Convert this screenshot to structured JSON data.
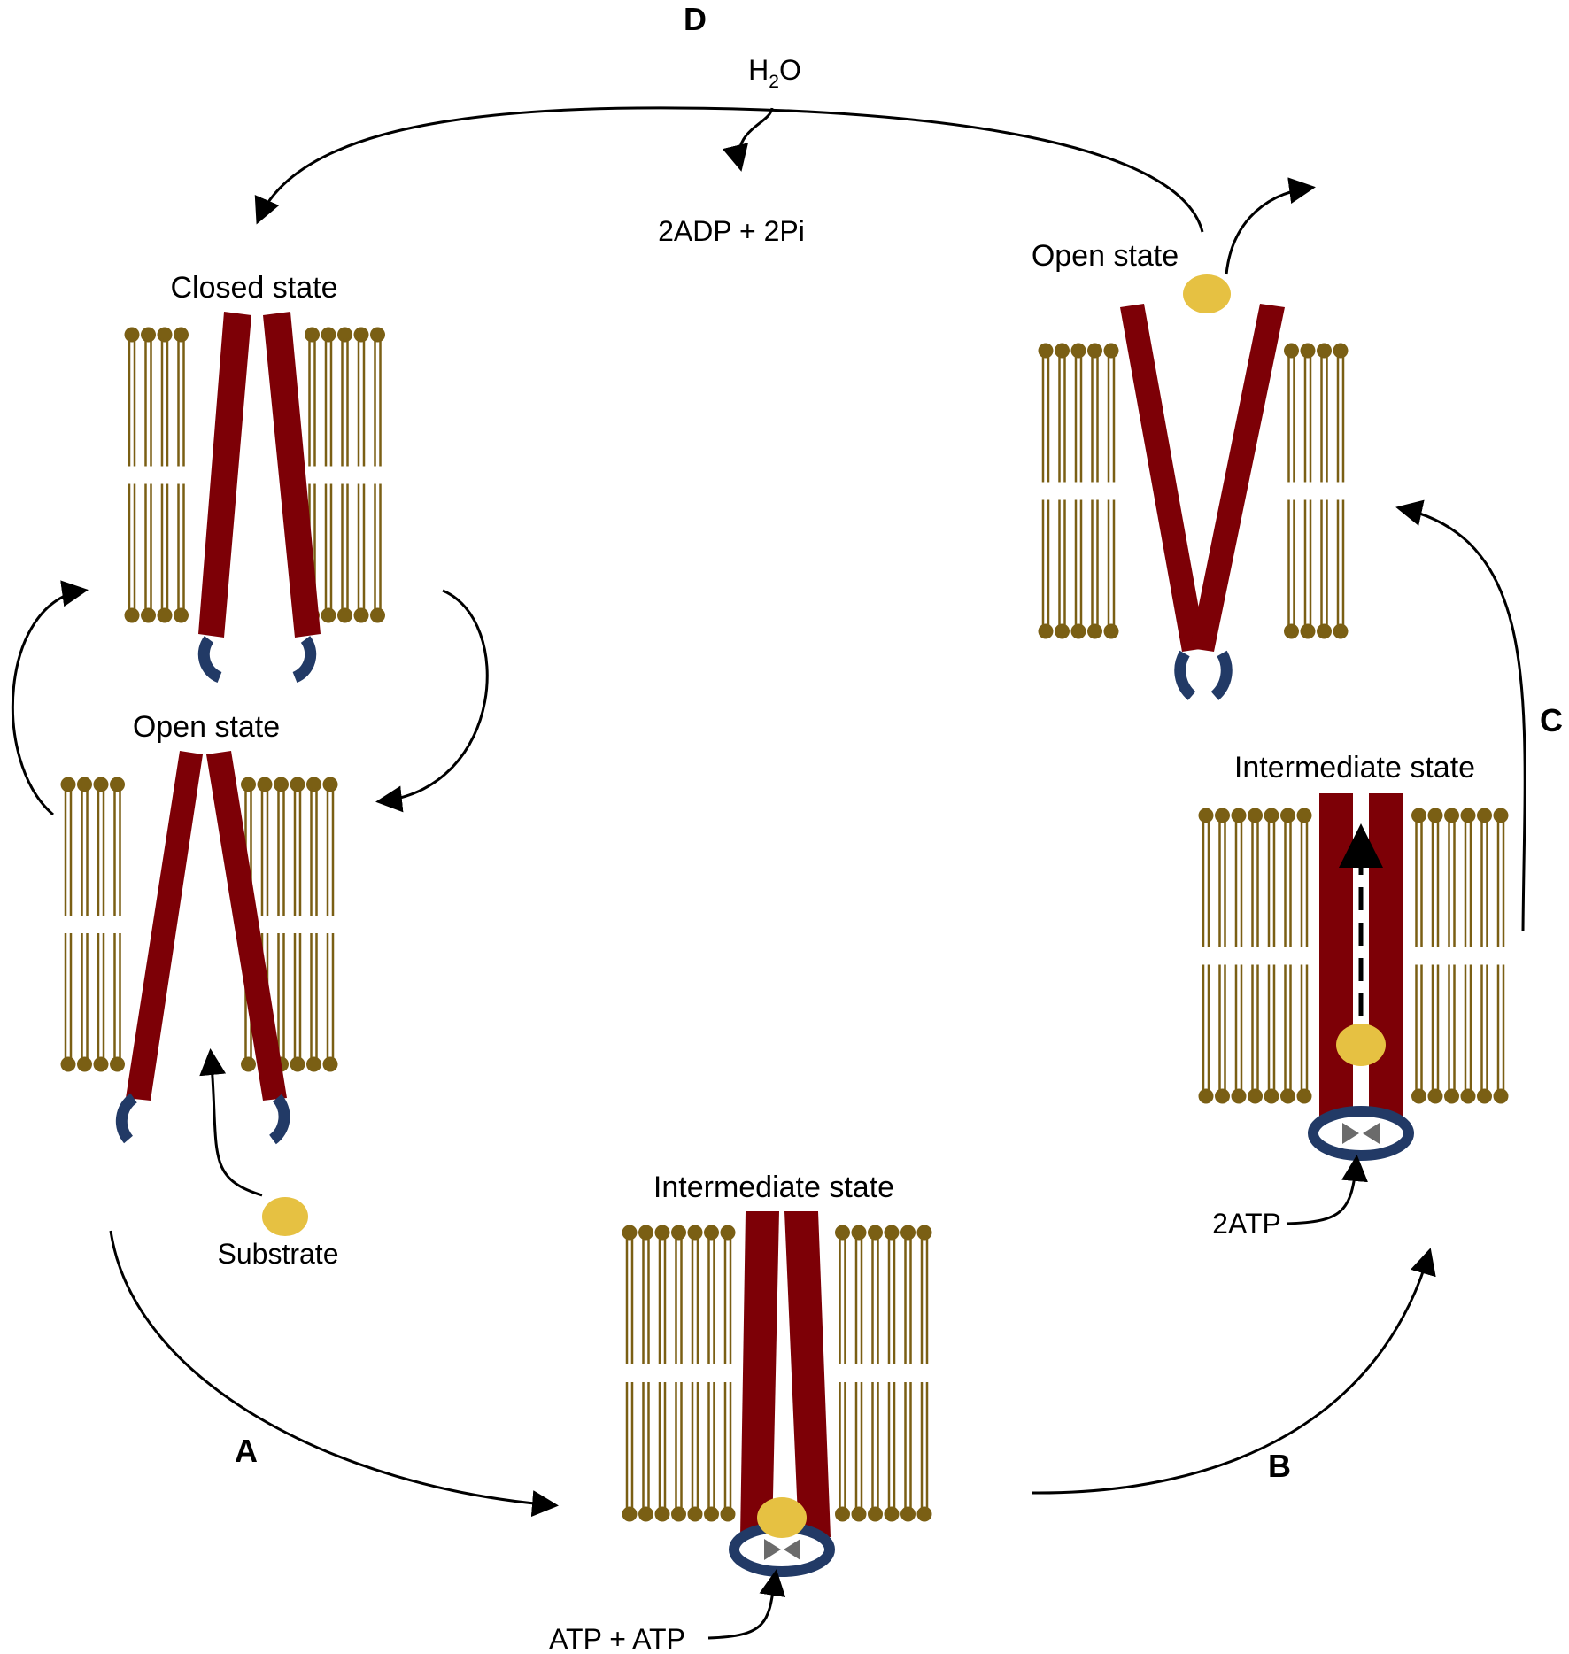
{
  "colors": {
    "lipid": "#7a5f14",
    "helix": "#7d0006",
    "nbd": "#223a66",
    "substrate": "#e6c142",
    "atp": "#6b6b6b",
    "arrow": "#000000"
  },
  "states": {
    "closed_left": {
      "label": "Closed state"
    },
    "open_left": {
      "label": "Open state"
    },
    "intermediate_bottom": {
      "label": "Intermediate state"
    },
    "intermediate_right": {
      "label": "Intermediate state"
    },
    "open_right": {
      "label": "Open state"
    }
  },
  "steps": {
    "a": "A",
    "b": "B",
    "c": "C",
    "d": "D"
  },
  "molecules": {
    "substrate": "Substrate",
    "atp_pair": "ATP + ATP",
    "two_atp": "2ATP",
    "water_h": "H",
    "water_sub": "2",
    "water_o": "O",
    "hydrolysis_products": "2ADP + 2Pi"
  }
}
